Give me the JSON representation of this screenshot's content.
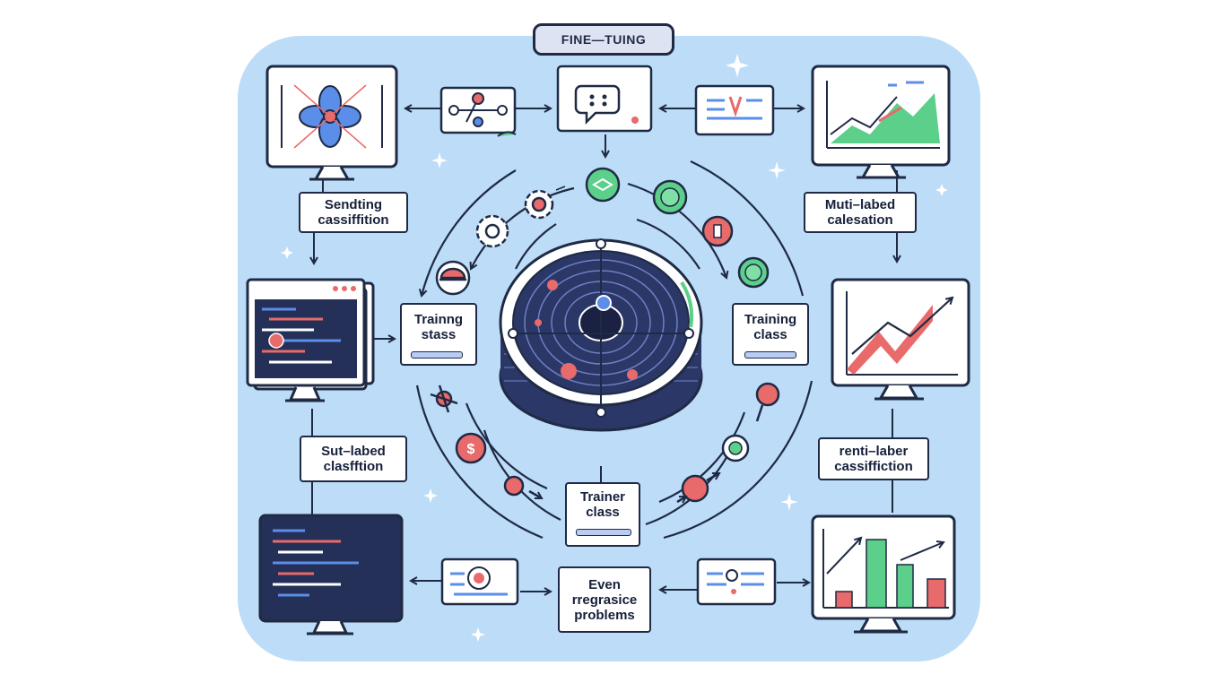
{
  "title": "FINE—TUING",
  "labels": {
    "top_left": [
      "Sendting",
      "cassiffition"
    ],
    "top_right": [
      "Muti–labed",
      "calesation"
    ],
    "training_left": [
      "Trainng",
      "stass"
    ],
    "training_right": [
      "Training",
      "class"
    ],
    "mid_left": [
      "Sut–labed",
      "clasfftion"
    ],
    "mid_right": [
      "renti–laber",
      "cassiffiction"
    ],
    "trainer": [
      "Trainer",
      "class"
    ],
    "bottom": [
      "Even",
      "rregrasice",
      "problems"
    ]
  },
  "colors": {
    "background_panel": "#bcdcf7",
    "outline": "#1f2a44",
    "accent_red": "#e86a6a",
    "accent_green": "#5ccf8a",
    "accent_blue": "#5b8ee8",
    "disk_dark": "#2b3766"
  },
  "icons": {
    "top_left_monitor": "network-diagram-monitor-icon",
    "top_right_monitor": "line-chart-monitor-icon",
    "mid_left_monitor": "code-window-monitor-icon",
    "mid_right_monitor": "trend-chart-monitor-icon",
    "bottom_left_monitor": "code-editor-monitor-icon",
    "bottom_right_monitor": "bar-chart-monitor-icon",
    "center": "model-disk-icon"
  }
}
